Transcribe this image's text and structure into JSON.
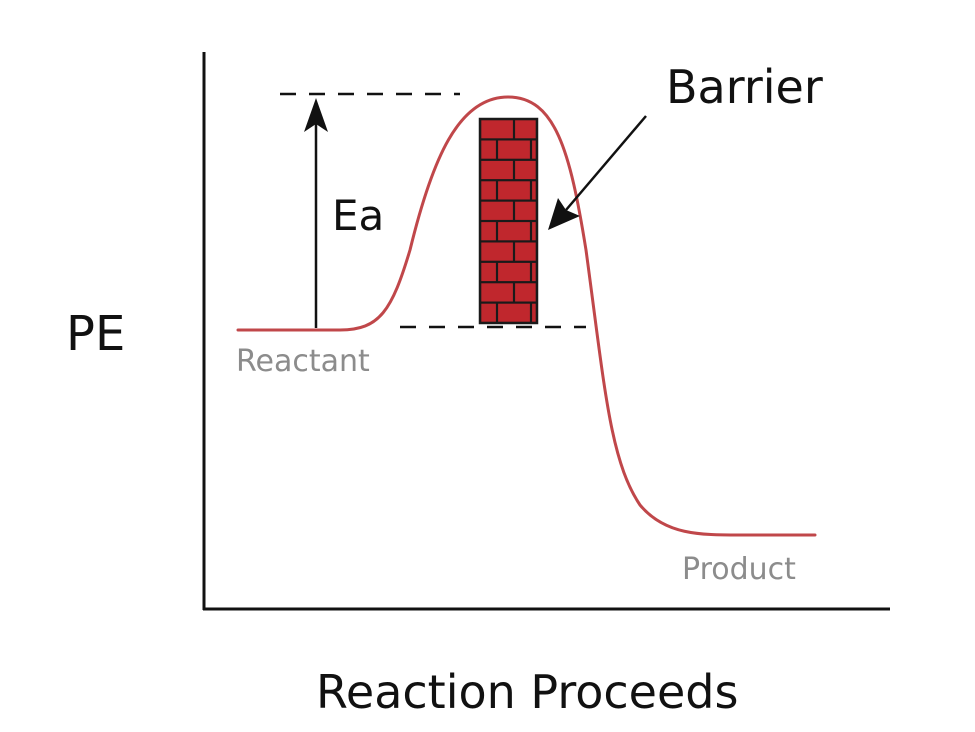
{
  "axes": {
    "y_label": "PE",
    "x_label": "Reaction Proceeds"
  },
  "labels": {
    "activation_energy": "Ea",
    "barrier": "Barrier",
    "reactant": "Reactant",
    "product": "Product"
  },
  "colors": {
    "curve": "#c0474a",
    "brick": "#c0272d",
    "mortar": "#1a1a1a",
    "axis": "#111111",
    "state_label": "#8c8c8c"
  },
  "energy_levels": {
    "reactant": "medium",
    "peak": "high",
    "product": "low"
  }
}
